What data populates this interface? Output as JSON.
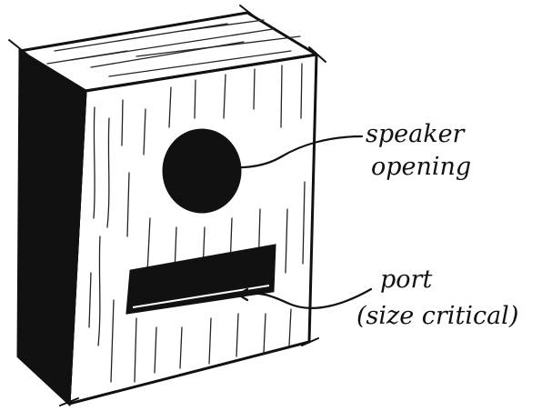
{
  "labels": {
    "speaker_opening": [
      "speaker",
      "opening"
    ],
    "port": [
      "port",
      "(size critical)"
    ]
  },
  "colors": {
    "ink": "#111111",
    "paper": "#ffffff"
  }
}
